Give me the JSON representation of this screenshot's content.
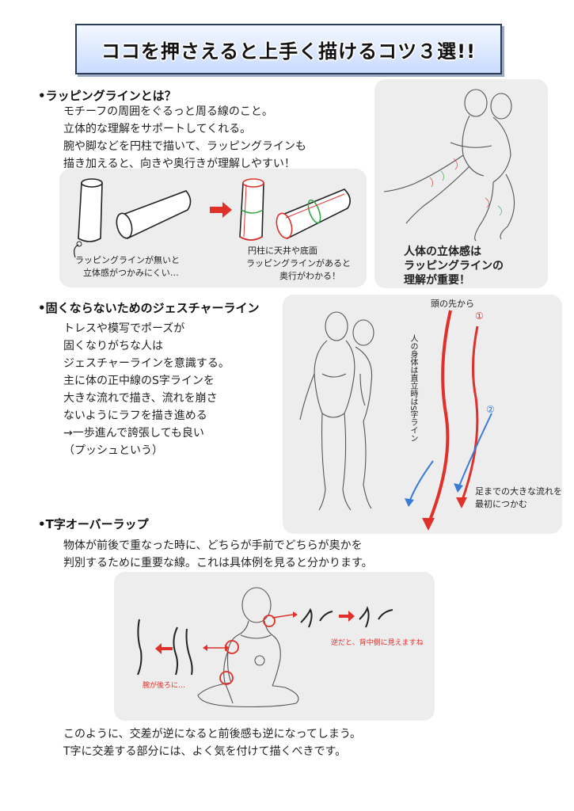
{
  "title": "ココを押さえると上手く描けるコツ３選!!",
  "sections": [
    {
      "heading": "•ラッピングラインとは？",
      "body": [
        "モチーフの周囲をぐるっと周る線のこと。",
        "立体的な理解をサポートしてくれる。",
        "腕や脚などを円柱で描いて、ラッピングラインも",
        "描き加えると、向きや奥行きが理解しやすい！"
      ],
      "panel_left_note_1": "ラッピングラインが無いと",
      "panel_left_note_2": "立体感がつかみにくい…",
      "panel_mid_note_1": "円柱に天井や底面",
      "panel_mid_note_2": "ラッピングラインがあると",
      "panel_mid_note_3": "奥行がわかる！",
      "panel_right_note_1": "人体の立体感は",
      "panel_right_note_2": "ラッピングラインの",
      "panel_right_note_3": "理解が重要！"
    },
    {
      "heading": "•固くならないためのジェスチャーライン",
      "body": [
        "トレスや模写でポーズが",
        "固くなりがちな人は",
        "ジェスチャーラインを意識する。",
        "主に体の正中線のS字ラインを",
        "大きな流れで描き、流れを崩さ",
        "ないようにラフを描き進める",
        "→一歩進んで誇張しても良い",
        "（プッシュという）"
      ],
      "note_top": "頭の先から",
      "note_vertical": "人の身体は直立時はS字ライン",
      "marker_1": "①",
      "marker_2": "②",
      "note_bottom_1": "足までの大きな流れを",
      "note_bottom_2": "最初につかむ"
    },
    {
      "heading": "•T字オーバーラップ",
      "body": [
        "物体が前後で重なった時に、どちらが手前でどちらが奥かを",
        "判別するために重要な線。これは具体例を見ると分かります。"
      ],
      "note_left": "腕が後ろに…",
      "note_right": "逆だと、背中側に見えますね"
    }
  ],
  "closing": [
    "このように、交差が逆になると前後感も逆になってしまう。",
    "T字に交差する部分には、よく気を付けて描くべきです。"
  ],
  "colors": {
    "accent_red": "#e0302a",
    "accent_blue": "#3a7bd5",
    "accent_green": "#3aa64a",
    "panel_gray": "#ededed"
  }
}
